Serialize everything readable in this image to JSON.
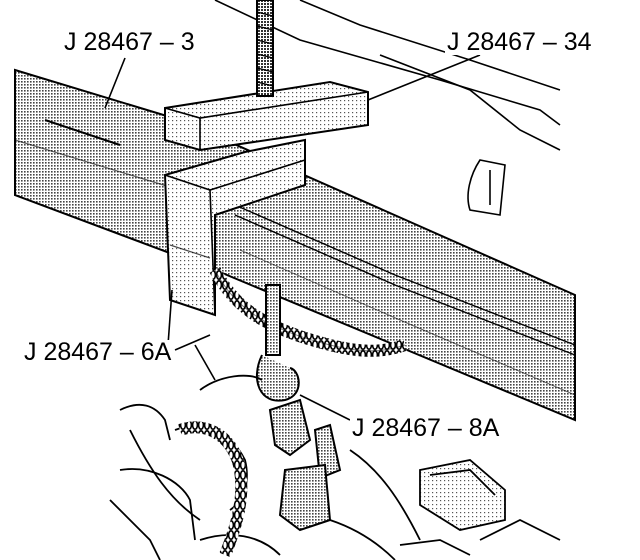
{
  "callouts": {
    "tool_top_left": "J 28467 – 3",
    "tool_top_right": "J 28467 – 34",
    "tool_left": "J 28467 – 6A",
    "tool_right": "J 28467 – 8A"
  },
  "colors": {
    "ink": "#000000",
    "paper": "#ffffff",
    "shade_dark": "#7a7a7a",
    "shade_mid": "#b4b4b4",
    "shade_light": "#d9d9d9"
  }
}
